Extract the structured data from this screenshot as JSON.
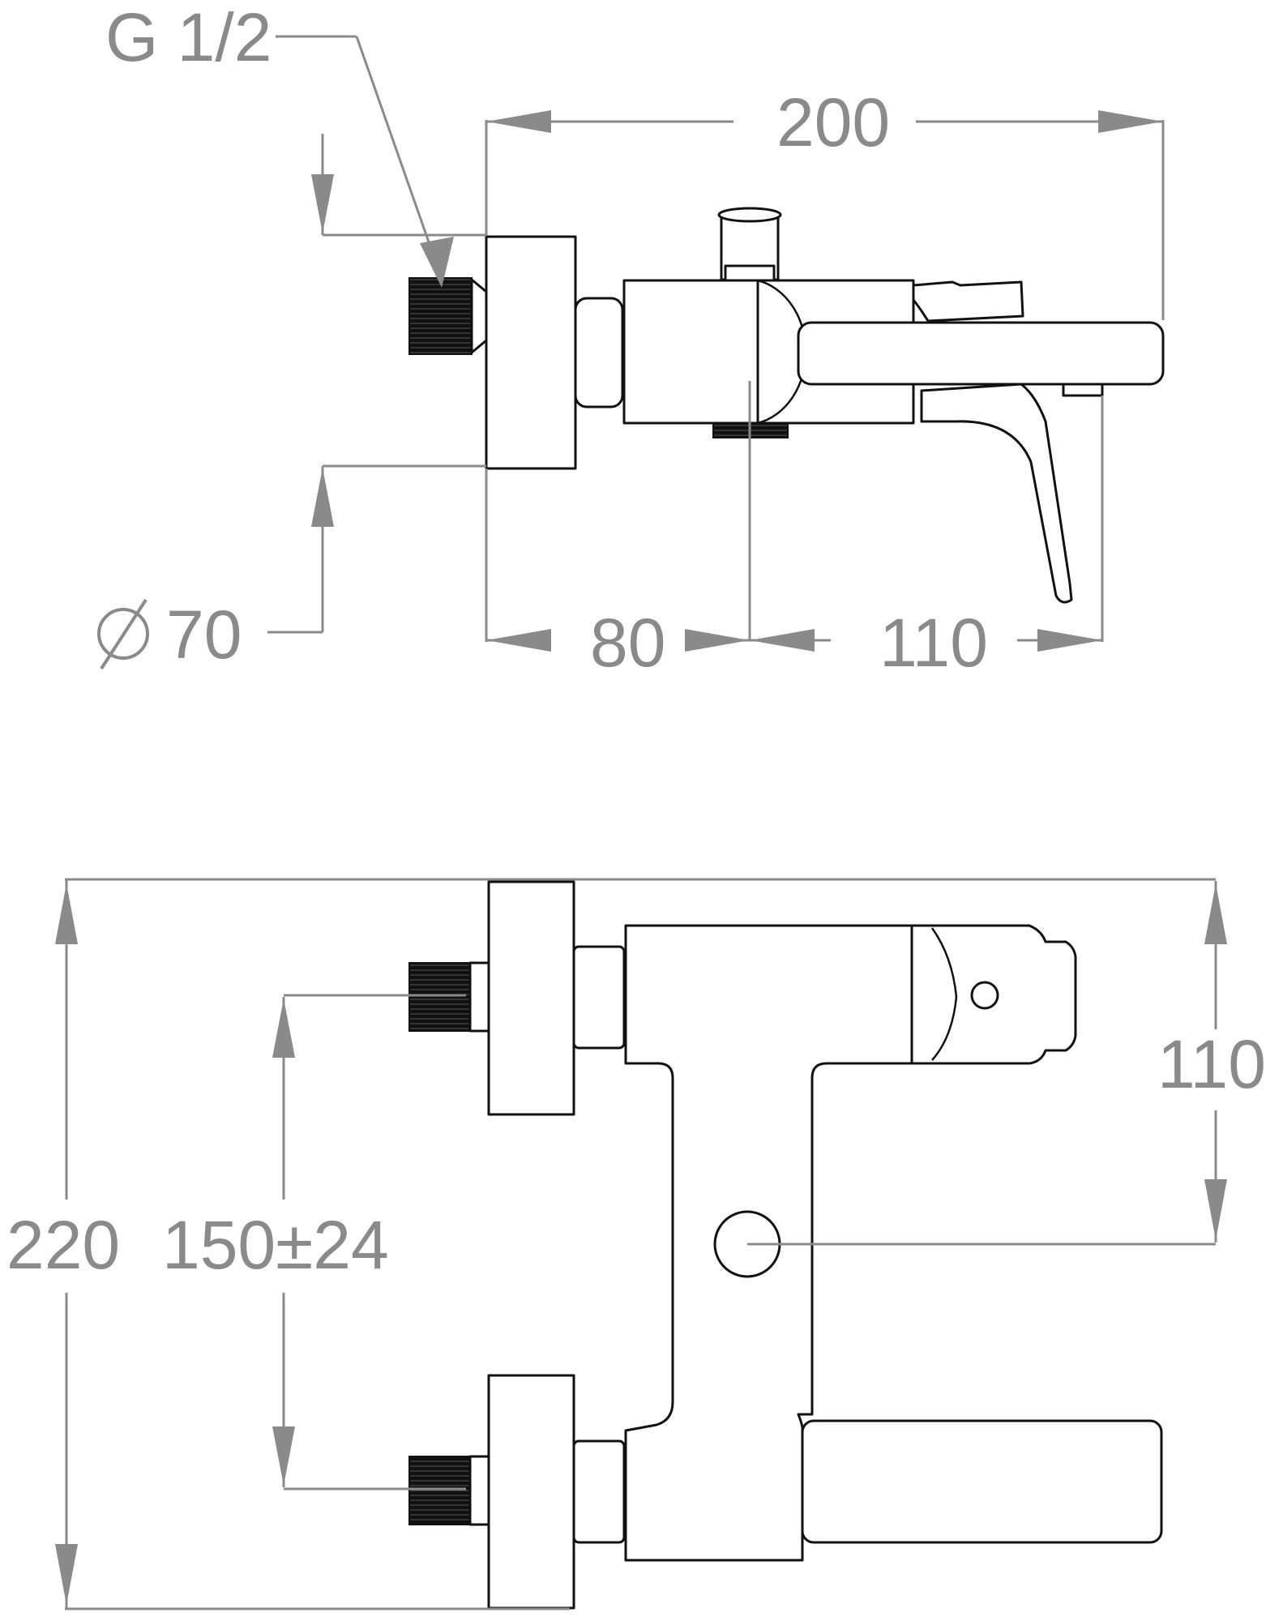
{
  "side_view": {
    "thread_label": "G 1/2",
    "overall_length": "200",
    "diameter_label": "70",
    "axis_offset": "80",
    "spout_length": "110"
  },
  "top_view": {
    "overall_width": "220",
    "inlet_spacing": "150±24",
    "outlet_offset": "110"
  },
  "colors": {
    "outline": "#111111",
    "dimension": "#8a8a8a"
  }
}
